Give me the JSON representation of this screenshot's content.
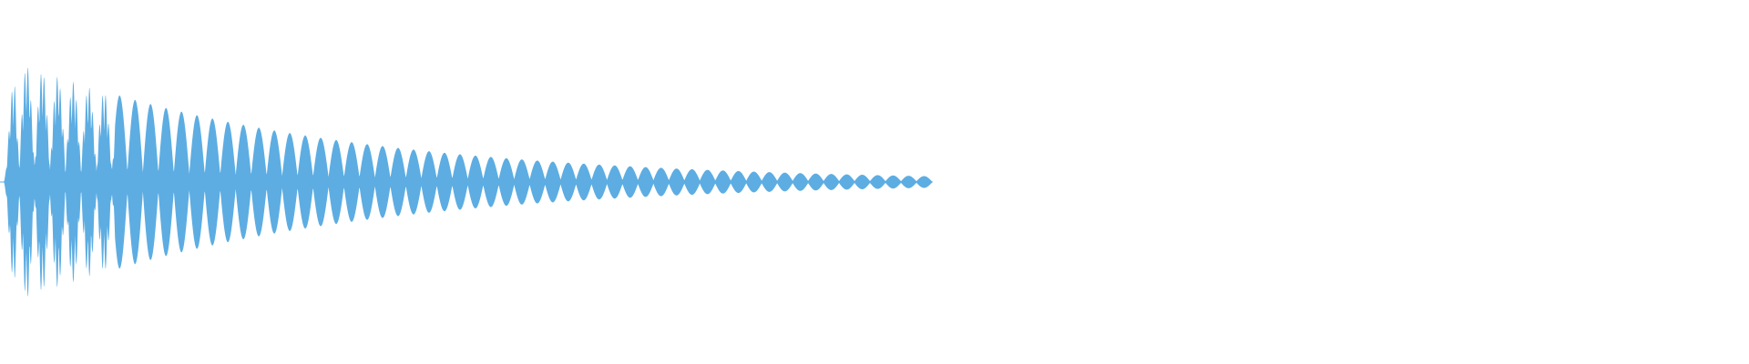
{
  "waveform": {
    "color": "#5dade2",
    "background": "#ffffff",
    "peak_amplitude": 1.0,
    "decay_fraction_of_width": 0.533,
    "oscillation_cycles": 60,
    "description_state": "audio-waveform-decaying"
  }
}
